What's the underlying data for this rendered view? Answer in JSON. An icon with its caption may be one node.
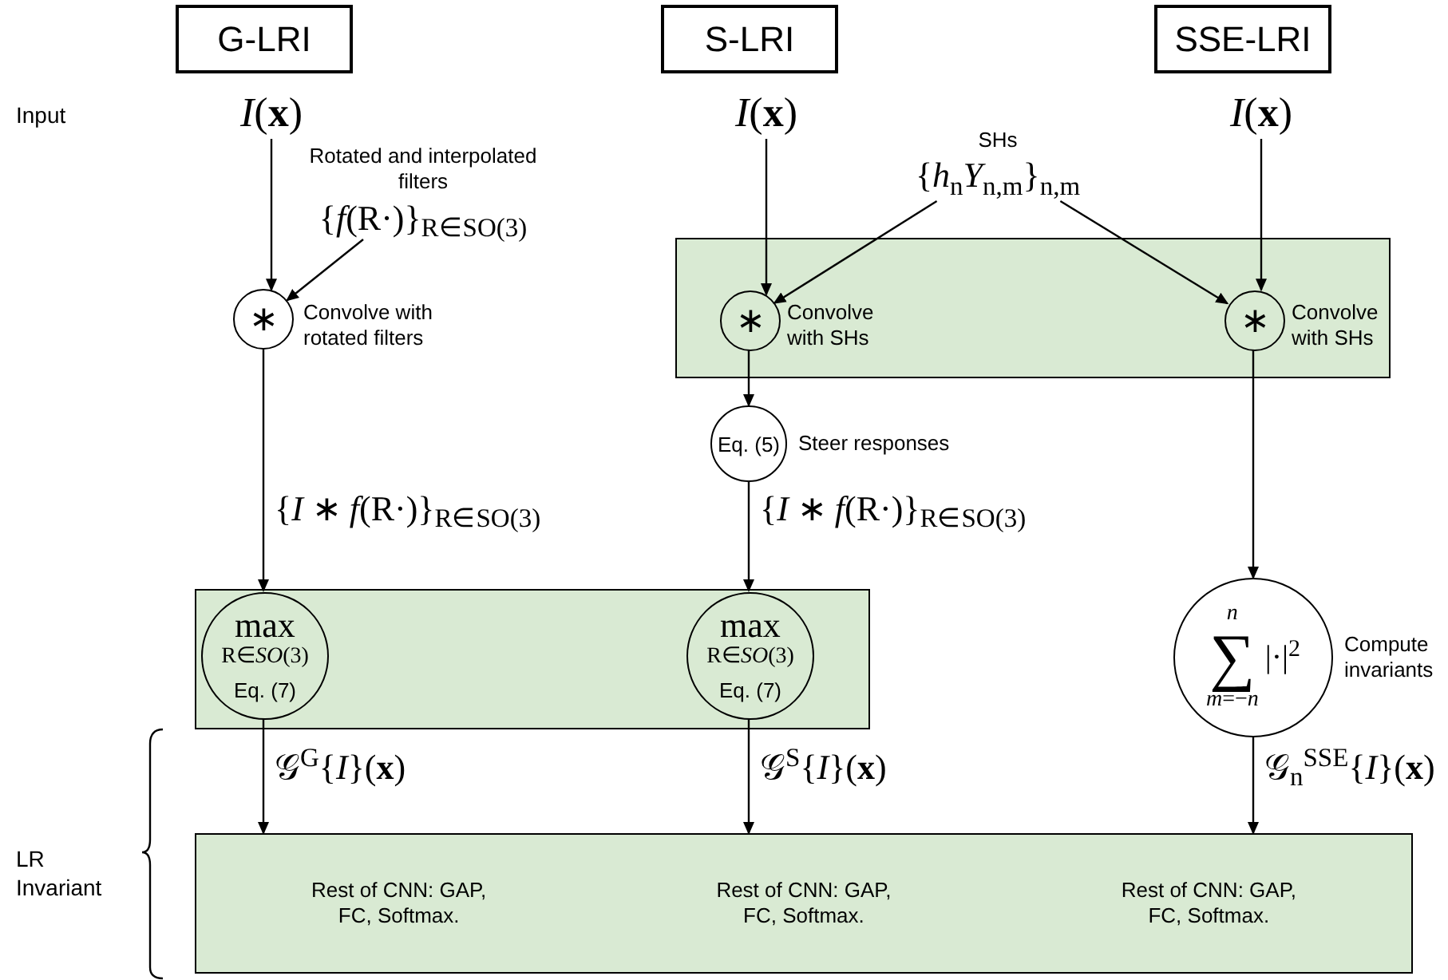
{
  "diagram": {
    "nodes": [
      {
        "text": [
          "G-LRI"
        ]
      },
      {
        "text": [
          "S-LRI"
        ]
      },
      {
        "text": [
          "SSE-LRI"
        ]
      },
      {
        "text": [
          "*I*(**x**)"
        ]
      },
      {
        "text": [
          "*I*(**x**)"
        ]
      },
      {
        "text": [
          "*I*(**x**)"
        ]
      },
      {
        "text": [
          "Rotated and interpolated filters",
          "{*f*(R·)}$_{R∈SO(3)}$"
        ]
      },
      {
        "text": [
          "SHs",
          "{*h*$_{n}$*Y*$_{n,m}$}$_{n,m}$"
        ]
      },
      {
        "text": [
          "∗"
        ],
        "beside": [
          "Convolve with rotated filters"
        ]
      },
      {
        "text": [],
        "shape": "box"
      },
      {
        "text": [
          "∗"
        ],
        "in": 9,
        "beside": [
          "Convolve with SHs"
        ]
      },
      {
        "text": [
          "∗"
        ],
        "in": 9,
        "beside": [
          "Convolve with SHs"
        ]
      },
      {
        "text": [
          "Eq. (5)"
        ],
        "beside": [
          "Steer responses"
        ]
      },
      {
        "text": [],
        "shape": "box"
      },
      {
        "text": [
          "max",
          "R∈*SO*(3)",
          "Eq. (7)"
        ],
        "in": 13
      },
      {
        "text": [
          "max",
          "R∈*SO*(3)",
          "Eq. (7)"
        ],
        "in": 13
      },
      {
        "text": [
          "*n*",
          "∑",
          "*m*=−*n*",
          "|·|$^{2}$"
        ],
        "beside": [
          "Compute invariants"
        ]
      },
      {
        "text": [
          "Rest of CNN: GAP, FC, Softmax.",
          "Rest of CNN: GAP, FC, Softmax.",
          "Rest of CNN: GAP, FC, Softmax."
        ]
      }
    ],
    "edges": [
      {
        "from": 3,
        "to": 8,
        "arrow": "to"
      },
      {
        "from": 6,
        "to": 8,
        "arrow": "to"
      },
      {
        "from": 8,
        "to": 14,
        "arrow": "to",
        "label": "{*I* ∗ *f*(R·)}$_{R∈SO(3)}$"
      },
      {
        "from": 4,
        "to": 10,
        "arrow": "to"
      },
      {
        "from": 7,
        "to": 10,
        "arrow": "to"
      },
      {
        "from": 7,
        "to": 11,
        "arrow": "to"
      },
      {
        "from": 5,
        "to": 11,
        "arrow": "to"
      },
      {
        "from": 10,
        "to": 12,
        "arrow": "to"
      },
      {
        "from": 12,
        "to": 15,
        "arrow": "to",
        "label": "{*I* ∗ *f*(R·)}$_{R∈SO(3)}$"
      },
      {
        "from": 11,
        "to": 16,
        "arrow": "to"
      },
      {
        "from": 14,
        "to": 17,
        "arrow": "to",
        "label": "𝒢$^{G}${*I*}(**x**)"
      },
      {
        "from": 15,
        "to": 17,
        "arrow": "to",
        "label": "𝒢$^{S}${*I*}(**x**)"
      },
      {
        "from": 16,
        "to": 17,
        "arrow": "to",
        "label": "𝒢$_{n}$$^{SSE}${*I*}(**x**)"
      }
    ],
    "labels": [
      "Input",
      "LR Invariant"
    ]
  }
}
